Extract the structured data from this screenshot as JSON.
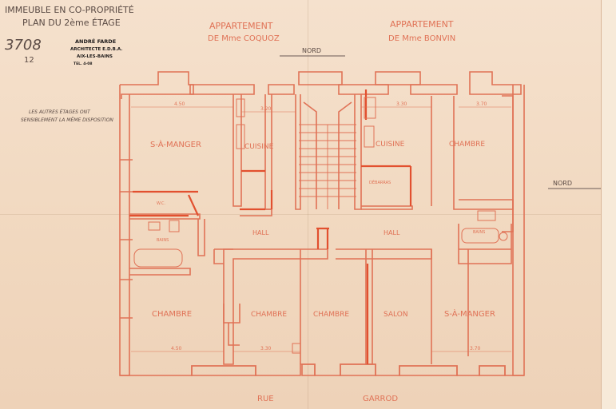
{
  "title_block": {
    "line1": "IMMEUBLE EN CO-PROPRIÉTÉ",
    "line2": "PLAN DU 2ème ÉTAGE",
    "number": "3708",
    "sheet": "12"
  },
  "architect_stamp": {
    "name": "ANDRÉ FARDE",
    "title": "ARCHITECTE E.D.B.A.",
    "city": "AIX-LES-BAINS",
    "phone": "TEL. 4-08"
  },
  "note": {
    "line1": "LES AUTRES ÉTAGES ONT",
    "line2": "SENSIBLEMENT LA MÊME DISPOSITION"
  },
  "apartments": {
    "left_label": "APPARTEMENT",
    "left_owner": "DE Mme COQUOZ",
    "right_label": "APPARTEMENT",
    "right_owner": "DE Mme BONVIN"
  },
  "compass": {
    "north_top": "NORD",
    "north_right": "NORD"
  },
  "rooms": {
    "sam_left": "S-À-MANGER",
    "cuisine_left": "CUISINE",
    "cuisine_right": "CUISINE",
    "chambre_top_right": "CHAMBRE",
    "hall_left": "HALL",
    "hall_right": "HALL",
    "bains_left": "BAINS",
    "bains_right": "BAINS",
    "chambre_bl": "CHAMBRE",
    "chambre_bc": "CHAMBRE",
    "chambre_center": "CHAMBRE",
    "salon": "SALON",
    "sam_right": "S-À-MANGER",
    "debarras": "DÉBARRAS",
    "wc": "W.C."
  },
  "dimensions": {
    "d_top_1": "4.50",
    "d_top_2": "3.20",
    "d_top_3": "3.30",
    "d_top_4": "3.70",
    "d_bot_1": "4.50",
    "d_bot_2": "3.30",
    "d_bot_3": "3.70"
  },
  "street": {
    "word1": "RUE",
    "word2": "GARROD"
  },
  "colors": {
    "ink": "#e07256",
    "red": "#e2502f",
    "paper": "#f3dcc6"
  }
}
